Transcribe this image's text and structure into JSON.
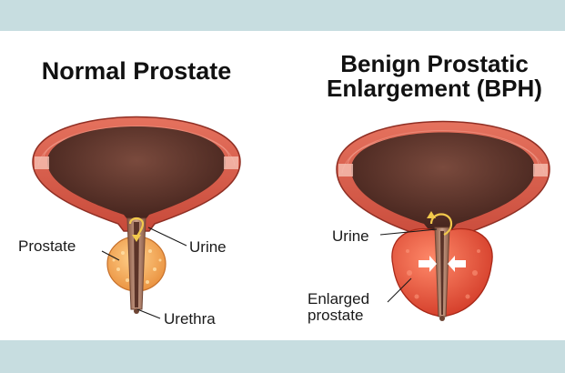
{
  "figure": {
    "left_title": "Normal Prostate",
    "right_title_line1": "Benign Prostatic",
    "right_title_line2": "Enlargement (BPH)",
    "left_labels": {
      "prostate": "Prostate",
      "urine": "Urine",
      "urethra": "Urethra"
    },
    "right_labels": {
      "urine": "Urine",
      "enlarged_line1": "Enlarged",
      "enlarged_line2": "prostate"
    }
  },
  "colors": {
    "band": "#c7dde0",
    "bladder_wall": "#d9604f",
    "bladder_inner": "#5a2f26",
    "prostate_normal": "#f4a85a",
    "prostate_enlarged": "#e04b36",
    "urine_arrow": "#f2c94c",
    "urethra": "#b8866a"
  }
}
